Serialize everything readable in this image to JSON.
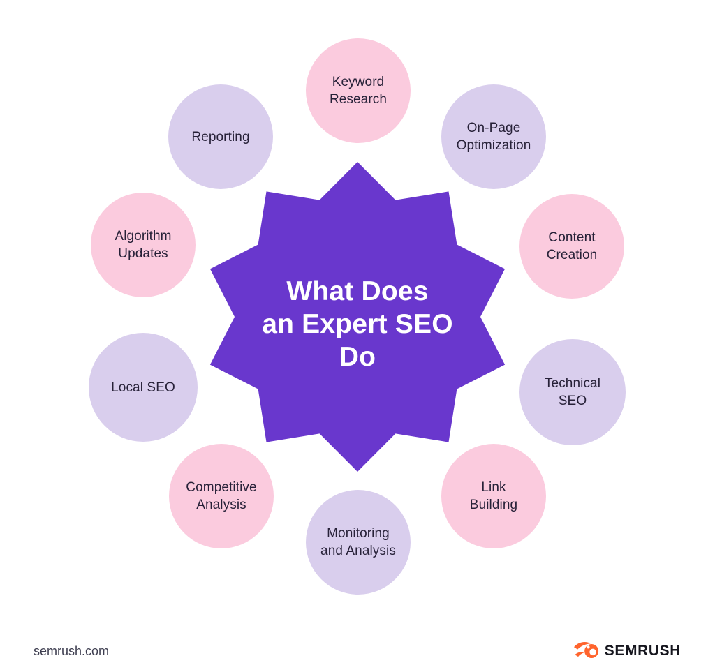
{
  "title": {
    "lines": [
      "What Does",
      "an Expert SEO",
      "Do"
    ]
  },
  "nodes": [
    {
      "label": "Keyword\nResearch",
      "color": "pink"
    },
    {
      "label": "On-Page\nOptimization",
      "color": "lavender"
    },
    {
      "label": "Content\nCreation",
      "color": "pink"
    },
    {
      "label": "Technical\nSEO",
      "color": "lavender"
    },
    {
      "label": "Link\nBuilding",
      "color": "pink"
    },
    {
      "label": "Monitoring\nand Analysis",
      "color": "lavender"
    },
    {
      "label": "Competitive\nAnalysis",
      "color": "pink"
    },
    {
      "label": "Local SEO",
      "color": "lavender"
    },
    {
      "label": "Algorithm\nUpdates",
      "color": "pink"
    },
    {
      "label": "Reporting",
      "color": "lavender"
    }
  ],
  "footer": {
    "website": "semrush.com",
    "brand": "SEMRUSH"
  },
  "colors": {
    "star_purple": "#6937CD",
    "circle_pink": "#FBCBDE",
    "circle_lavender": "#D9CEED",
    "node_text": "#272138",
    "heading_text": "#FFFFFF",
    "footer_text": "#3E3E50",
    "logo_text": "#16161E",
    "logo_orange": "#FF642D"
  },
  "star_geometry": {
    "points": 10,
    "outer_radius": 222,
    "inner_radius": 176
  }
}
